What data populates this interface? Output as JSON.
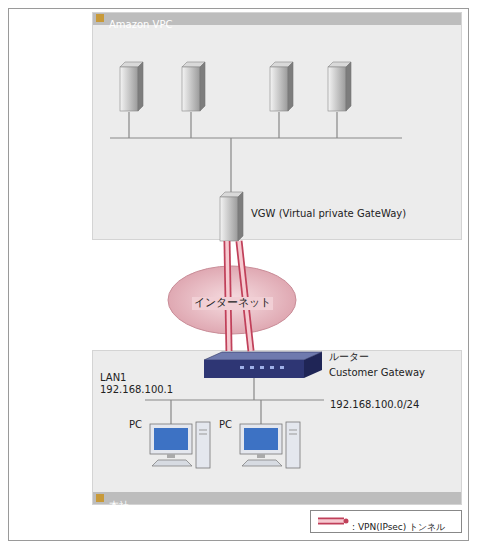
{
  "diagram": {
    "nodes": [
      {
        "text": [
          "Amazon VPC"
        ]
      },
      {
        "text": [
          "VGW (Virtual private GateWay)"
        ],
        "in": 0
      },
      {
        "text": [
          "インターネット"
        ]
      },
      {
        "text": [
          "本社"
        ]
      },
      {
        "text": [
          "ルーター",
          "Customer Gateway"
        ],
        "in": 3
      },
      {
        "text": [
          "PC"
        ],
        "in": 3
      },
      {
        "text": [
          "PC"
        ],
        "in": 3
      }
    ],
    "edges": [
      {
        "from": 1,
        "to": 4,
        "arrow": "none"
      },
      {
        "from": 1,
        "to": 4,
        "arrow": "none"
      }
    ],
    "labels": [
      "LAN1",
      "192.168.100.1",
      "192.168.100.0/24"
    ],
    "legend": [
      {
        "text": ": VPN(IPsec) トンネル"
      }
    ]
  }
}
